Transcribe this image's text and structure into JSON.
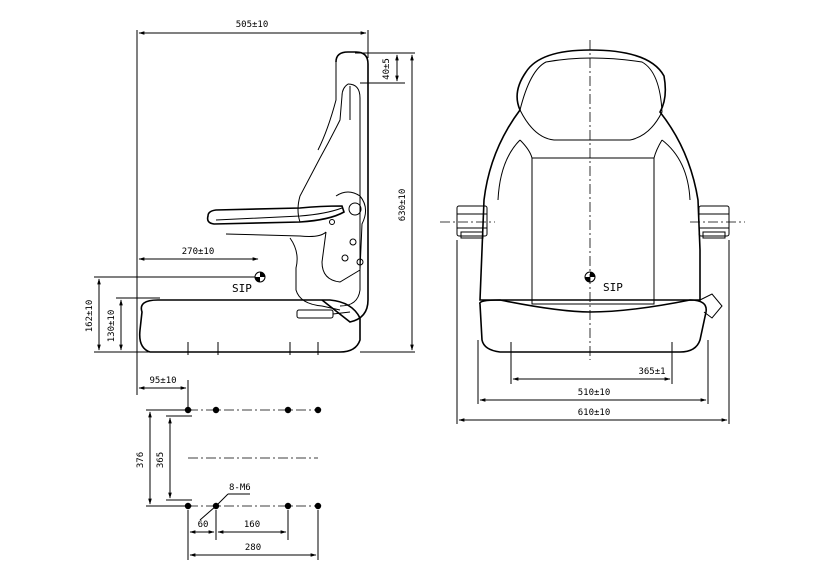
{
  "side_view": {
    "depth_label": "505±10",
    "height_label": "630±10",
    "headrest_adjust_label": "40±5",
    "sip_horizontal_label": "270±10",
    "sip_height_max_label": "162±10",
    "sip_height_min_label": "130±10",
    "mount_offset_label": "95±10",
    "sip_label": "SIP"
  },
  "front_view": {
    "cushion_inner_label": "365±1",
    "cushion_width_label": "510±10",
    "overall_width_label": "610±10",
    "sip_label": "SIP"
  },
  "mounting_plan": {
    "outer_depth_label": "376",
    "inner_depth_label": "365",
    "bolt_label": "8-M6",
    "offset_label": "60",
    "hole_spacing_label": "160",
    "span_label": "280"
  }
}
